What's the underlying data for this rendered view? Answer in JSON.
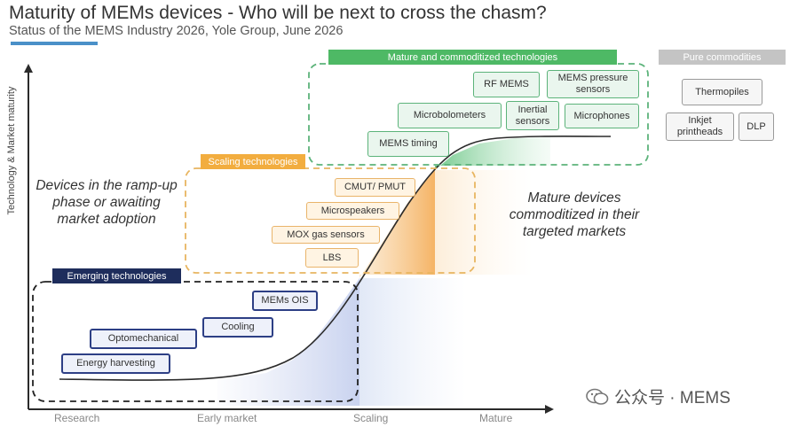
{
  "header": {
    "title": "Maturity of MEMs devices - Who will be next to cross the chasm?",
    "subtitle": "Status of the MEMS Industry 2026, Yole Group, June 2026"
  },
  "axes": {
    "y_label": "Technology & Market maturity",
    "x_labels": [
      "Research",
      "Early market",
      "Scaling",
      "Mature"
    ]
  },
  "groups": {
    "emerging": {
      "label": "Emerging technologies",
      "items": [
        "Energy harvesting",
        "Optomechanical",
        "Cooling",
        "MEMs OIS"
      ]
    },
    "scaling": {
      "label": "Scaling technologies",
      "items": [
        "CMUT/ PMUT",
        "Microspeakers",
        "MOX gas sensors",
        "LBS"
      ]
    },
    "mature": {
      "label": "Mature and commoditized technologies",
      "items": [
        "RF MEMS",
        "MEMS pressure sensors",
        "Microbolometers",
        "Inertial sensors",
        "Microphones",
        "MEMS timing"
      ]
    },
    "pure": {
      "label": "Pure commodities",
      "items": [
        "Thermopiles",
        "Inkjet printheads",
        "DLP"
      ]
    }
  },
  "annotations": {
    "left": "Devices in the ramp-up phase or awaiting market adoption",
    "right": "Mature devices commoditized in their targeted markets"
  },
  "watermark": "公众号 · MEMS",
  "colors": {
    "emerging": "#1e2d5c",
    "scaling": "#f2ad3f",
    "mature": "#4eb965",
    "pure": "#c4c4c4",
    "title_accent": "#4a90c8"
  }
}
